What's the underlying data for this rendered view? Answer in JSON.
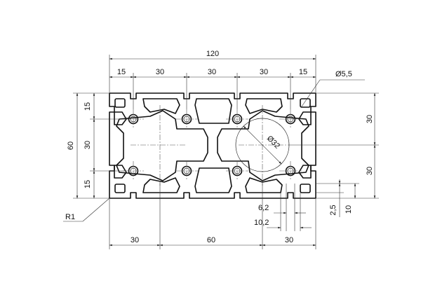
{
  "dimensions": {
    "overall_width": "120",
    "pitch_left": "15",
    "pitch_1": "30",
    "pitch_2": "30",
    "pitch_3": "30",
    "pitch_right": "15",
    "hole_diameter": "Ø5,5",
    "left_height": "60",
    "left_top": "15",
    "left_mid": "30",
    "left_bottom": "15",
    "right_top": "30",
    "right_bottom": "30",
    "circle_diameter": "Ø32",
    "corner_radius": "R1",
    "slot_width": "6,2",
    "slot_opening": "10,2",
    "slot_depth": "2,5",
    "slot_height": "10",
    "bottom_left": "30",
    "bottom_mid": "60",
    "bottom_right": "30"
  },
  "colors": {
    "line": "#111111",
    "background": "#ffffff"
  }
}
